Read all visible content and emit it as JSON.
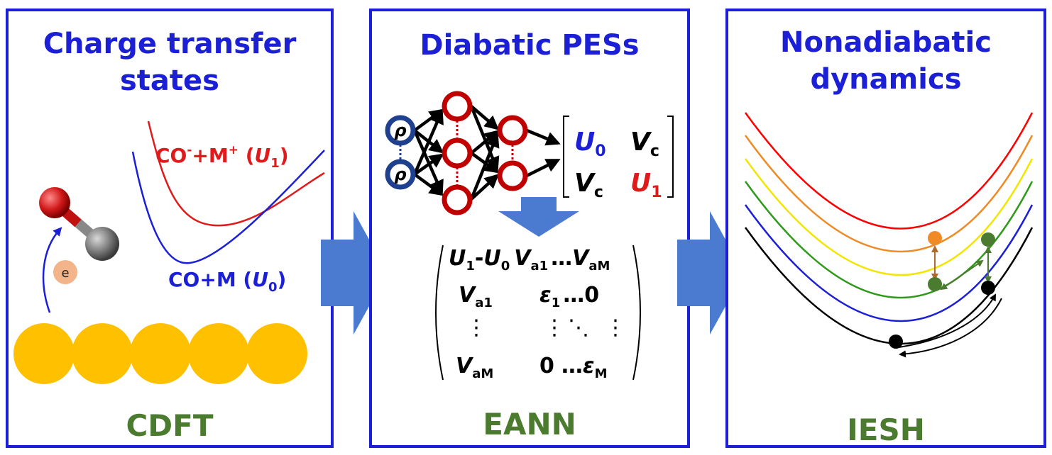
{
  "panels": [
    {
      "title_line1": "Charge transfer",
      "title_line2": "states",
      "method": "CDFT",
      "curve_labels": {
        "upper_prefix": "CO",
        "upper_sup1": "-",
        "upper_mid": "+M",
        "upper_sup2": "+",
        "upper_state": "U",
        "upper_sub": "1",
        "lower_prefix": "CO+M (",
        "lower_state": "U",
        "lower_sub": "0"
      },
      "electron_label": "e"
    },
    {
      "title": "Diabatic PESs",
      "method": "EANN",
      "input_label": "ρ",
      "matrix2": {
        "u0": "U",
        "u0_sub": "0",
        "vc": "V",
        "vc_sub": "c",
        "u1": "U",
        "u1_sub": "1"
      },
      "big_matrix": {
        "r1_a": "U",
        "r1_a_sub": "1",
        "r1_dash": "-",
        "r1_b": "U",
        "r1_b_sub": "0",
        "r1_c": "V",
        "r1_c_sub": "a1",
        "r1_dots": "…",
        "r1_d": "V",
        "r1_d_sub": "aM",
        "r2_a": "V",
        "r2_a_sub": "a1",
        "r2_b": "ε",
        "r2_b_sub": "1",
        "r2_dots": "…",
        "r2_zero": "0",
        "vdots": "⋮",
        "ddots": "⋱",
        "r4_a": "V",
        "r4_a_sub": "aM",
        "r4_zero": "0",
        "r4_dots": "…",
        "r4_b": "ε",
        "r4_b_sub": "M"
      }
    },
    {
      "title_line1": "Nonadiabatic",
      "title_line2": "dynamics",
      "method": "IESH"
    }
  ],
  "colors": {
    "frame": "#1b1fd6",
    "title": "#1b1fd6",
    "method": "#4a7b2e",
    "red": "#e01a1a",
    "blue": "#1b1fd6",
    "gold": "#ffc000",
    "node_red": "#c00000",
    "node_blue": "#1f3f8f",
    "arrow_fill": "#4a7bd0",
    "curve_colors": [
      "#ff0000",
      "#f08a24",
      "#f2e500",
      "#2f9a1a",
      "#1b1fd6",
      "#000000"
    ]
  }
}
